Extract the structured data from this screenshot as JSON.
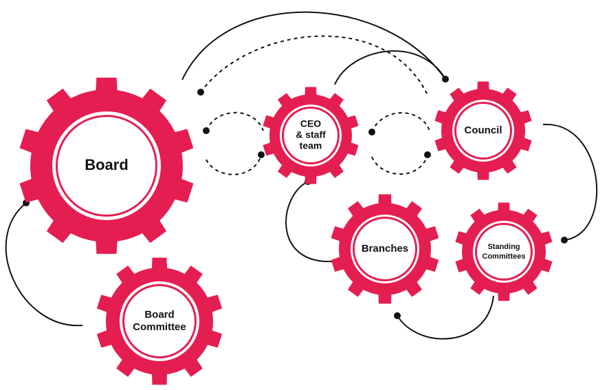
{
  "colors": {
    "gear": "#e51e51",
    "ring": "#ffffff",
    "line": "#111111"
  },
  "gears": {
    "board": {
      "icon": "gear-icon",
      "label": [
        "Board"
      ]
    },
    "ceo": {
      "icon": "gear-icon",
      "label": [
        "CEO",
        "& staff",
        "team"
      ]
    },
    "council": {
      "icon": "gear-icon",
      "label": [
        "Council"
      ]
    },
    "board_committee": {
      "icon": "gear-icon",
      "label": [
        "Board",
        "Committee"
      ]
    },
    "branches": {
      "icon": "gear-icon",
      "label": [
        "Branches"
      ]
    },
    "standing_committees": {
      "icon": "gear-icon",
      "label": [
        "Standing",
        "Committees"
      ]
    }
  }
}
